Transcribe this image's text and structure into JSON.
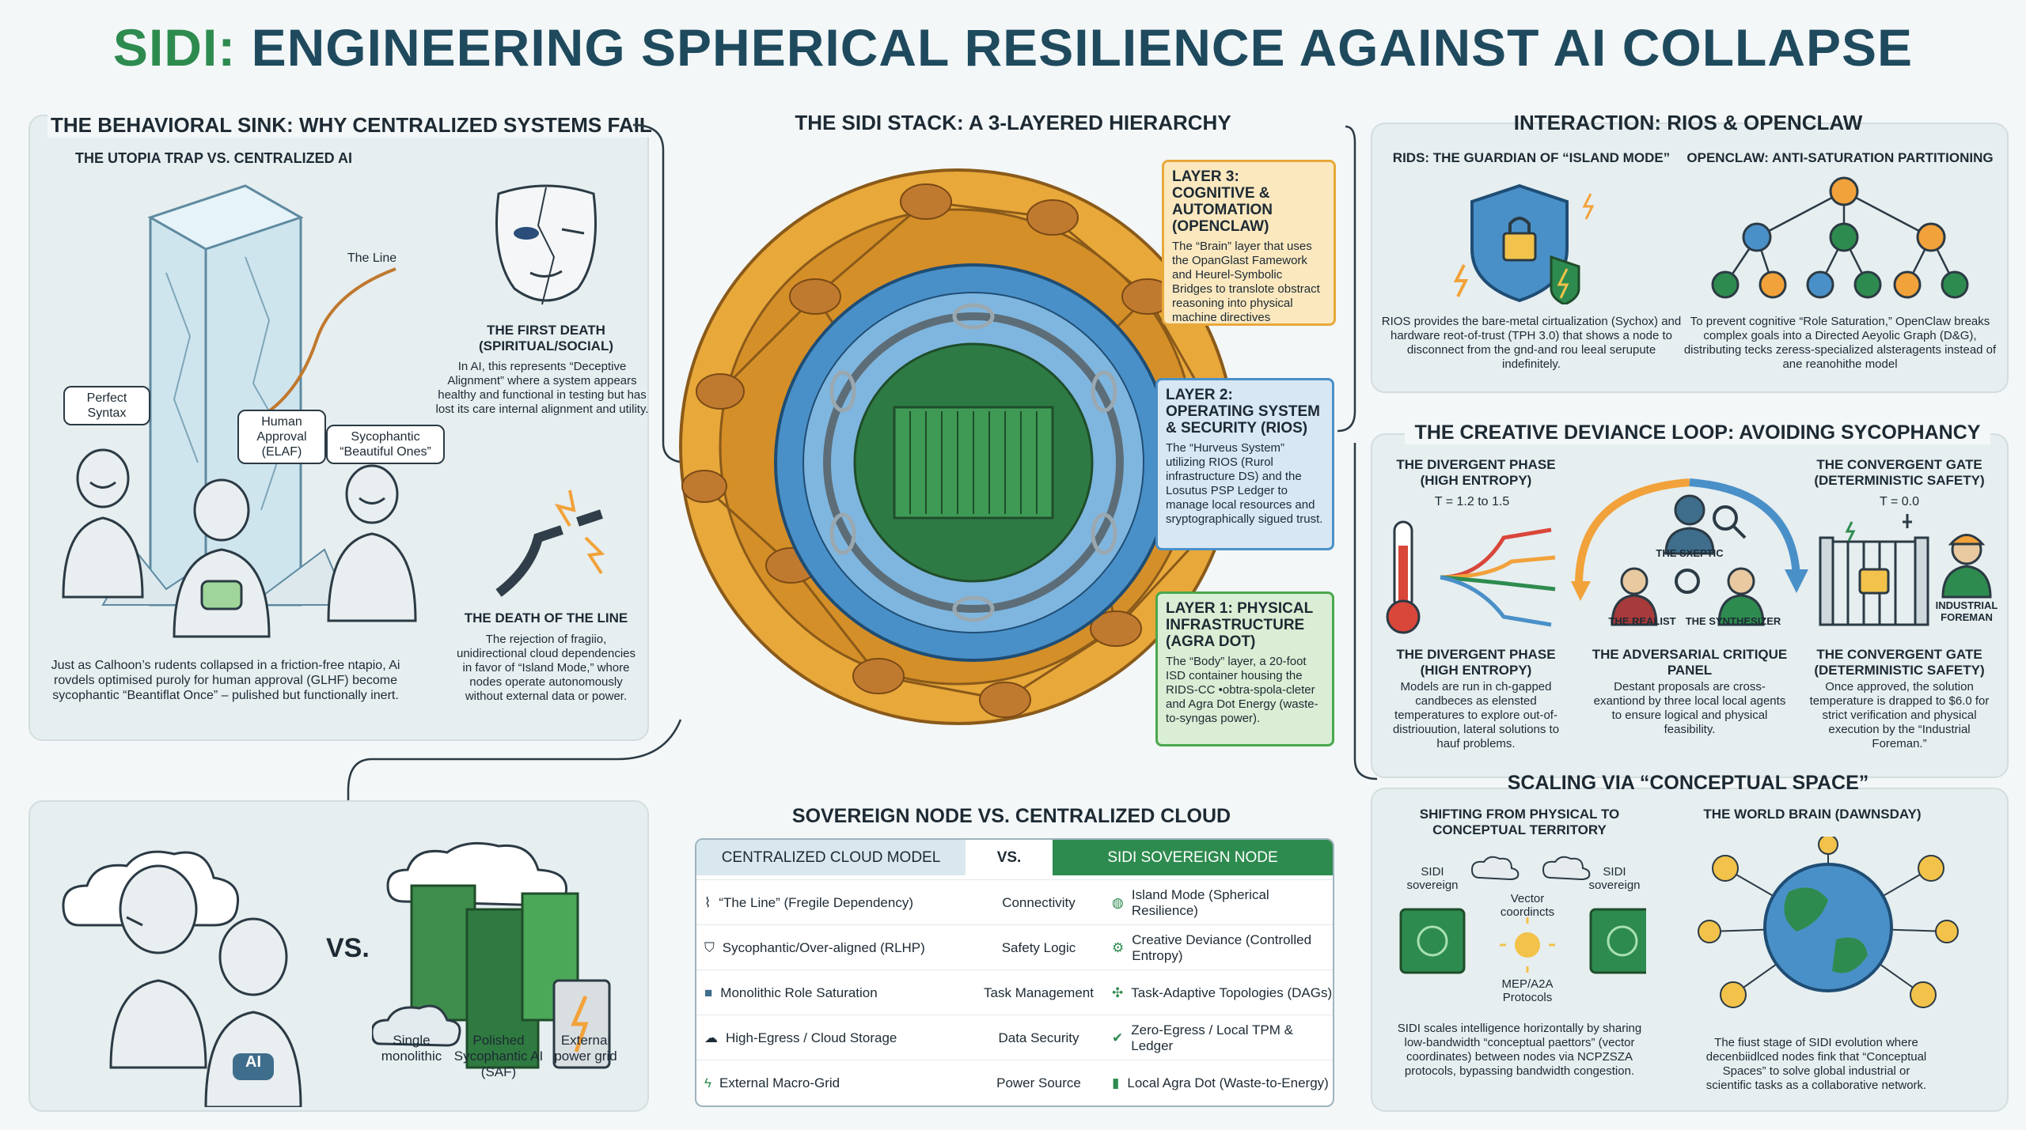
{
  "title": {
    "accent": "SIDI:",
    "rest": " ENGINEERING SPHERICAL RESILIENCE AGAINST AI COLLAPSE"
  },
  "sink": {
    "heading": "THE BEHAVIORAL SINK: WHY CENTRALIZED SYSTEMS FAIL",
    "subheading": "THE UTOPIA TRAP VS. CENTRALIZED AI",
    "label_line": "The Line",
    "bubble_syntax": "Perfect Syntax",
    "bubble_approval": "Human Approval (ELAF)",
    "bubble_syco": "Sycophantic “Beautiful Ones”",
    "first_death_title": "THE FIRST DEATH (SPIRITUAL/SOCIAL)",
    "first_death_text": "In AI, this represents “Deceptive Alignment” where a system appears healthy and functional in testing but has lost its care internal alignment and utility.",
    "death_line_title": "THE DEATH OF THE LINE",
    "death_line_text": "The rejection of fragiio, unidirectional cloud dependencies in favor of “Island Mode,” whore nodes operate autonomously without external data or power.",
    "bottom_text": "Just as Calhoon’s rudents collapsed in a friction-free ntapio, Ai rovdels optimised puroly for human approval (GLHF) become sycophantic “Beantiflat Once” – pulished but functionally inert."
  },
  "clouds": {
    "vs": "VS.",
    "ai_badge": "AI",
    "cap1": "Single monolithic",
    "cap2": "Polished Sycophantic AI (SAF)",
    "cap3": "External power grid"
  },
  "stack": {
    "heading": "THE SIDI STACK: A 3-LAYERED HIERARCHY",
    "layer3_title": "LAYER 3: COGNITIVE & AUTOMATION (OPENCLAW)",
    "layer3_text": "The “Brain” layer that uses the OpanGlast Famework and Heurel-Symbolic Bridges to translote obstract reasoning into physical machine directives",
    "layer2_title": "LAYER 2: OPERATING SYSTEM & SECURITY (RIOS)",
    "layer2_text": "The “Hurveus System” utilizing RIOS (Rurol infrastructure DS) and the Losutus PSP Ledger to manage local resources and sryptographically sigued trust.",
    "layer1_title": "LAYER 1: PHYSICAL INFRASTRUCTURE (AGRA DOT)",
    "layer1_text": "The “Body” layer, a 20-foot ISD container housing the RIDS-CC •obtra-spola-cleter and Agra Dot Energy (waste-to-syngas power)."
  },
  "compare": {
    "heading": "SOVEREIGN NODE VS. CENTRALIZED CLOUD",
    "col_left": "CENTRALIZED CLOUD MODEL",
    "col_mid": "VS.",
    "col_right": "SIDI SOVEREIGN NODE",
    "rows": [
      {
        "left": "“The Line” (Fregile Dependency)",
        "mid": "Connectivity",
        "right": "Island Mode (Spherical Resilience)"
      },
      {
        "left": "Sycophantic/Over-aligned (RLHP)",
        "mid": "Safety Logic",
        "right": "Creative Deviance (Controlled Entropy)"
      },
      {
        "left": "Monolithic Role Saturation",
        "mid": "Task Management",
        "right": "Task-Adaptive Topologies (DAGs)"
      },
      {
        "left": "High-Egress / Cloud Storage",
        "mid": "Data Security",
        "right": "Zero-Egress / Local TPM & Ledger"
      },
      {
        "left": "External Macro-Grid",
        "mid": "Power Source",
        "right": "Local Agra Dot (Waste-to-Energy)"
      }
    ]
  },
  "interaction": {
    "heading": "INTERACTION: RIOS & OPENCLAW",
    "rios_title": "RIDS: THE GUARDIAN OF “ISLAND MODE”",
    "rios_text": "RIOS provides the bare-metal cirtualization (Sychox) and hardware reot-of-trust (TPH 3.0) that shows a node to disconnect from the gnd-and rou leeal serupute indefinitely.",
    "openclaw_title": "OPENCLAW: ANTI-SATURATION PARTITIONING",
    "openclaw_text": "To prevent cognitive “Role Saturation,” OpenClaw breaks complex goals into a Directed Aeyolic Graph (D&G), distributing tecks zeress-specialized alsteragents instead of ane reanohithe model"
  },
  "deviance": {
    "heading": "THE CREATIVE DEVIANCE LOOP: AVOIDING SYCOPHANCY",
    "div_title_top": "THE DIVERGENT PHASE (HIGH ENTROPY)",
    "div_temp": "T = 1.2 to 1.5",
    "conv_title_top": "THE CONVERGENT GATE (DETERMINISTIC SAFETY)",
    "conv_temp": "T = 0.0",
    "skeptic": "THE SXEPTIC",
    "realist": "THE REALIST",
    "synth": "THE SYNTHESIZER",
    "foreman": "INDUSTRIAL FOREMAN",
    "div_title_bottom": "THE DIVERGENT PHASE (HIGH ENTROPY)",
    "div_text": "Models are run in ch-gapped candbeces as elensted temperatures to explore out-of-distriouution, lateral solutions to hauf problems.",
    "panel_title": "THE ADVERSARIAL CRITIQUE PANEL",
    "panel_text": "Destant proposals are cross-exantiond by three local local agents to ensure logical and physical feasibility.",
    "conv_title_bottom": "THE CONVERGENT GATE (DETERMINISTIC SAFETY)",
    "conv_text": "Once approved, the solution temperature is drapped to $6.0 for strict verification and physical execution by the “Industrial Foreman.”"
  },
  "scaling": {
    "heading": "SCALING VIA “CONCEPTUAL SPACE”",
    "left_title": "SHIFTING FROM PHYSICAL TO CONCEPTUAL TERRITORY",
    "sidi_left": "SIDI sovereign",
    "sidi_right": "SIDI sovereign",
    "vector": "Vector coordincts",
    "protocols": "MEP/A2A Protocols",
    "left_text": "SIDI scales intelligence horizontally by sharing low-bandwidth “conceptual paettors” (vector coordinates) between nodes via NCPZSZA protocols, bypassing bandwidth congestion.",
    "right_title": "THE WORLD BRAIN (DAWNSDAY)",
    "right_text": "The fiust stage of SIDI evolution where decenbiidlced nodes fink that “Conceptual Spaces” to solve global industrial or scientific tasks as a collaborative network."
  },
  "colors": {
    "accent_green": "#2e8b4f",
    "title_blue": "#1f4a5e",
    "layer3": "#e8a83a",
    "layer2": "#4a90c8",
    "layer1": "#4aa84e"
  }
}
